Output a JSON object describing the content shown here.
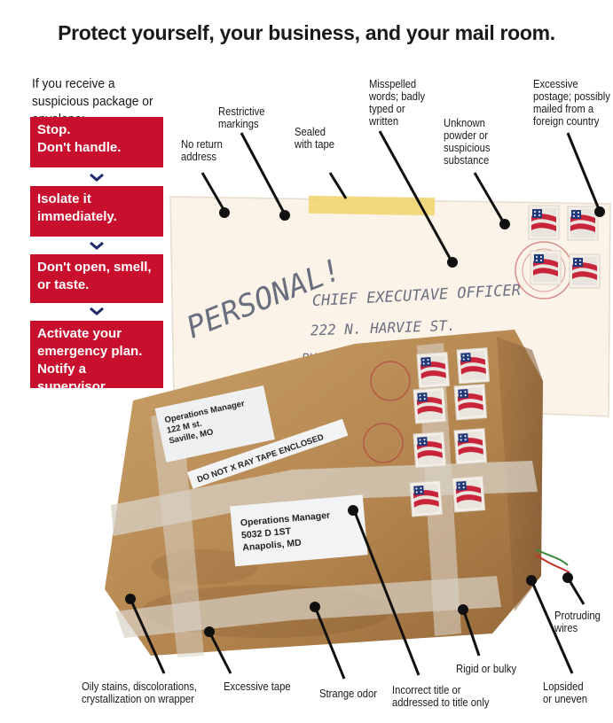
{
  "title": "Protect yourself, your business, and your mail room.",
  "intro": "If you receive a suspicious package or envelope:",
  "steps": [
    {
      "line1": "Stop.",
      "line2": "Don't handle.",
      "line3": ""
    },
    {
      "line1": "Isolate it",
      "line2": "immediately.",
      "line3": ""
    },
    {
      "line1": "Don't open, smell,",
      "line2": "or taste.",
      "line3": ""
    },
    {
      "line1": "Activate your",
      "line2": "emergency plan.",
      "line3": "Notify a supervisor."
    }
  ],
  "labels": {
    "no_return": {
      "l1": "No return",
      "l2": "address"
    },
    "restrictive": {
      "l1": "Restrictive",
      "l2": "markings"
    },
    "sealed": {
      "l1": "Sealed",
      "l2": "with tape"
    },
    "misspelled": {
      "l1": "Misspelled",
      "l2": "words; badly",
      "l3": "typed or",
      "l4": "written"
    },
    "powder": {
      "l1": "Unknown",
      "l2": "powder or",
      "l3": "suspicious",
      "l4": "substance"
    },
    "postage": {
      "l1": "Excessive",
      "l2": "postage; possibly",
      "l3": "mailed from a",
      "l4": "foreign country"
    },
    "wires": {
      "l1": "Protruding",
      "l2": "wires"
    },
    "rigid": {
      "l1": "Rigid or bulky"
    },
    "lopsided": {
      "l1": "Lopsided",
      "l2": "or uneven"
    },
    "incorrect": {
      "l1": "Incorrect title or",
      "l2": "addressed to title only"
    },
    "odor": {
      "l1": "Strange odor"
    },
    "tape": {
      "l1": "Excessive tape"
    },
    "oily": {
      "l1": "Oily stains, discolorations,",
      "l2": "crystallization on wrapper"
    }
  },
  "envelope": {
    "marking": "PERSONAL!",
    "line1": "CHIEF EXECUTAVE OFFICER",
    "line2": "222 N. HARVIE ST.",
    "line3": "PHILLADELPHIA"
  },
  "package": {
    "label1": {
      "l1": "Operations Manager",
      "l2": "122 M st.",
      "l3": "Saville, MO"
    },
    "xray": "DO NOT X RAY TAPE ENCLOSED",
    "label2": {
      "l1": "Operations Manager",
      "l2": "5032 D 1ST",
      "l3": "Anapolis, MD"
    }
  },
  "colors": {
    "accent": "#c8102e",
    "chevron": "#1f2a6b",
    "box": "#b88a55",
    "tape": "#e8c95a"
  }
}
